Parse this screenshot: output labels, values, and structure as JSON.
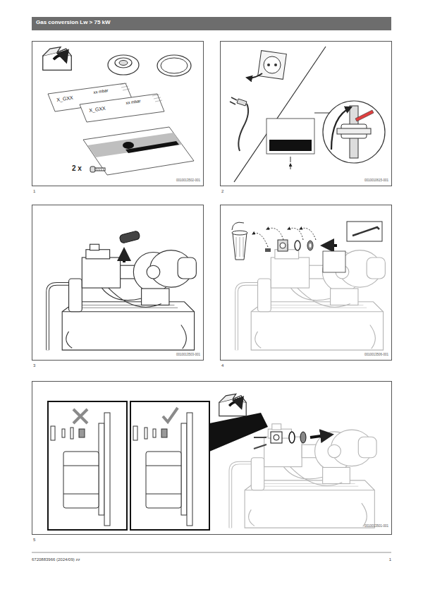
{
  "diagram": {
    "title": "Gas conversion Lw > 75 kW",
    "labels": [
      "X_GXX",
      "xx mbar",
      "X_GXX",
      "xx mbar",
      "2 x",
      "0010013502-001",
      "1",
      "0010010615-001",
      "2",
      "0010013503-001",
      "3",
      "0010013506-001",
      "4",
      "0010013501-001",
      "5",
      "6720883966 (2024/09) zz",
      "1"
    ]
  }
}
